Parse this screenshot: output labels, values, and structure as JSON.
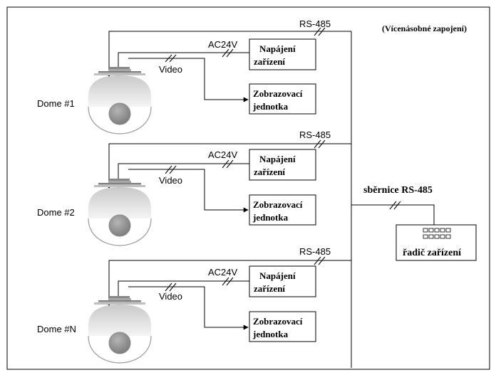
{
  "header": {
    "mode_label": "(Vícenásobné zapojení)"
  },
  "bus_label": "sběrnice RS-485",
  "controller": {
    "label": "řadič zařízení",
    "icon": "keypad-icon"
  },
  "units": [
    {
      "dome_label": "Dome #1",
      "rs485_label": "RS-485",
      "ac_label": "AC24V",
      "video_label": "Video",
      "power_box": {
        "line1": "Napájení",
        "line2": "zařízení"
      },
      "display_box": {
        "line1": "Zobrazovací",
        "line2": "jednotka"
      }
    },
    {
      "dome_label": "Dome #2",
      "rs485_label": "RS-485",
      "ac_label": "AC24V",
      "video_label": "Video",
      "power_box": {
        "line1": "Napájení",
        "line2": "zařízení"
      },
      "display_box": {
        "line1": "Zobrazovací",
        "line2": "jednotka"
      }
    },
    {
      "dome_label": "Dome #N",
      "rs485_label": "RS-485",
      "ac_label": "AC24V",
      "video_label": "Video",
      "power_box": {
        "line1": "Napájení",
        "line2": "zařízení"
      },
      "display_box": {
        "line1": "Zobrazovací",
        "line2": "jednotka"
      }
    }
  ]
}
